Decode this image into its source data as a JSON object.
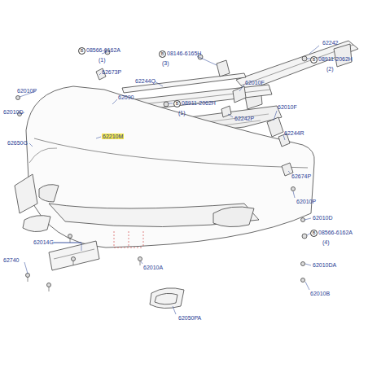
{
  "diagram": {
    "labels": [
      "B",
      "08566-6162A",
      "(1)",
      "62673P",
      "B",
      "08146-6165H",
      "(3)",
      "62242",
      "B",
      "08911-2062H",
      "(2)",
      "62244Q",
      "62010F",
      "62010P",
      "62090",
      "B",
      "08911-2062H",
      "(1)",
      "62010F",
      "62010D",
      "62242P",
      "62210M",
      "62244R",
      "62650G",
      "62674P",
      "62010P",
      "62010D",
      "B",
      "08566-6162A",
      "(4)",
      "62014G",
      "62740",
      "62010A",
      "62010DA",
      "62010B",
      "62050PA"
    ]
  }
}
